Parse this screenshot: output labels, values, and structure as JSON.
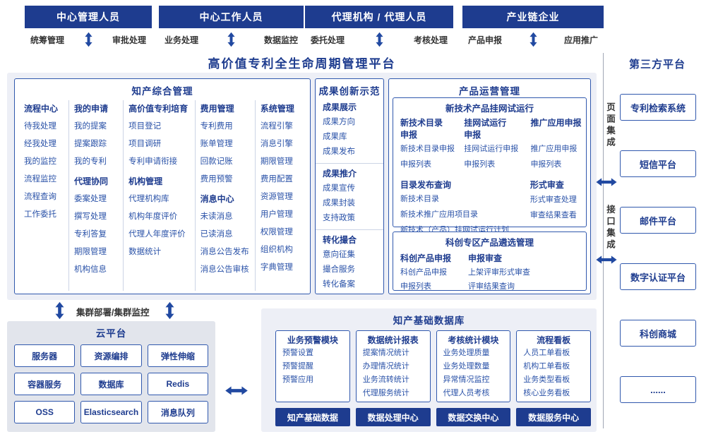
{
  "platform_title": "高价值专利全生命周期管理平台",
  "colors": {
    "primary_dark_blue": "#1e3c8f",
    "item_blue": "#2a52a8",
    "border_blue": "#3058ad",
    "panel_bg": "#edeff6",
    "arrow_blue": "#2149a1"
  },
  "actors": [
    {
      "name": "中心管理人员",
      "duties": [
        "统筹管理",
        "审批处理"
      ]
    },
    {
      "name": "中心工作人员",
      "duties": [
        "业务处理",
        "数据监控"
      ]
    },
    {
      "name": "代理机构 / 代理人员",
      "duties": [
        "委托处理",
        "考核处理"
      ]
    },
    {
      "name": "产业链企业",
      "duties": [
        "产品申报",
        "应用推广"
      ]
    }
  ],
  "ip_management": {
    "title": "知产综合管理",
    "columns": [
      {
        "groups": [
          {
            "title": "流程中心",
            "items": [
              "待我处理",
              "经我处理",
              "我的监控",
              "流程监控",
              "流程查询",
              "工作委托"
            ]
          }
        ]
      },
      {
        "groups": [
          {
            "title": "我的申请",
            "items": [
              "我的提案",
              "提案跟踪",
              "我的专利"
            ]
          },
          {
            "title": "代理协同",
            "items": [
              "委案处理",
              "撰写处理",
              "专利答复",
              "期限管理",
              "机构信息"
            ]
          }
        ]
      },
      {
        "groups": [
          {
            "title": "高价值专利培育",
            "items": [
              "项目登记",
              "项目调研",
              "专利申请衔接"
            ]
          },
          {
            "title": "机构管理",
            "items": [
              "代理机构库",
              "机构年度评价",
              "代理人年度评价",
              "数据统计"
            ]
          }
        ]
      },
      {
        "groups": [
          {
            "title": "费用管理",
            "items": [
              "专利费用",
              "账单管理",
              "回款记账",
              "费用预警"
            ]
          },
          {
            "title": "消息中心",
            "items": [
              "未读消息",
              "已读消息",
              "消息公告发布",
              "消息公告审核"
            ]
          }
        ]
      },
      {
        "groups": [
          {
            "title": "系统管理",
            "items": [
              "流程引擎",
              "消息引擎",
              "期限管理",
              "费用配置",
              "资源管理",
              "用户管理",
              "权限管理",
              "组织机构",
              "字典管理"
            ]
          }
        ]
      }
    ]
  },
  "innovation": {
    "title": "成果创新示范",
    "groups": [
      {
        "title": "成果展示",
        "items": [
          "成果方向",
          "成果库",
          "成果发布"
        ]
      },
      {
        "title": "成果推介",
        "items": [
          "成果宣传",
          "成果封装",
          "支持政策"
        ]
      },
      {
        "title": "转化撮合",
        "items": [
          "意向征集",
          "撮合服务",
          "转化备案"
        ]
      }
    ]
  },
  "product_ops": {
    "title": "产品运营管理",
    "trial": {
      "title": "新技术产品挂网试运行",
      "declare_groups": [
        {
          "title": "新技术目录\n申报",
          "items": [
            "新技术目录申报",
            "申报列表"
          ]
        },
        {
          "title": "挂网试运行\n申报",
          "items": [
            "挂网试运行申报",
            "申报列表"
          ]
        },
        {
          "title": "推广应用申报",
          "items": [
            "推广应用申报",
            "申报列表"
          ]
        }
      ],
      "query_group": {
        "title": "目录发布查询",
        "items": [
          "新技术目录",
          "新技术推广应用项目录",
          "新技术（产品）挂网试运行计划"
        ]
      },
      "review_group": {
        "title": "形式审查",
        "items": [
          "形式审查处理",
          "审查结果查看"
        ]
      }
    },
    "selection": {
      "title": "科创专区产品遴选管理",
      "groups": [
        {
          "title": "科创产品申报",
          "items": [
            "科创产品申报",
            "申报列表"
          ]
        },
        {
          "title": "申报审查",
          "items": [
            "上架评审形式审查",
            "评审结果查询"
          ]
        }
      ]
    }
  },
  "cluster_label": "集群部署/集群监控",
  "cloud_platform": {
    "title": "云平台",
    "services": [
      "服务器",
      "资源编排",
      "弹性伸缩",
      "容器服务",
      "数据库",
      "Redis",
      "OSS",
      "Elasticsearch",
      "消息队列"
    ]
  },
  "ip_database": {
    "title": "知产基础数据库",
    "modules": [
      {
        "title": "业务预警模块",
        "items": [
          "预警设置",
          "预警提醒",
          "预警应用"
        ]
      },
      {
        "title": "数据统计报表",
        "items": [
          "提案情况统计",
          "办理情况统计",
          "业务流转统计",
          "代理服务统计"
        ]
      },
      {
        "title": "考核统计模块",
        "items": [
          "业务处理质量",
          "业务处理数量",
          "异常情况监控",
          "代理人员考核"
        ]
      },
      {
        "title": "流程看板",
        "items": [
          "人员工单看板",
          "机构工单看板",
          "业务类型看板",
          "核心业务看板"
        ]
      }
    ],
    "centers": [
      "知产基础数据",
      "数据处理中心",
      "数据交换中心",
      "数据服务中心"
    ]
  },
  "third_party": {
    "title": "第三方平台",
    "systems": [
      "专利检索系统",
      "短信平台",
      "邮件平台",
      "数字认证平台",
      "科创商城",
      "......"
    ],
    "integration_labels": [
      "页面集成",
      "接口集成"
    ]
  }
}
